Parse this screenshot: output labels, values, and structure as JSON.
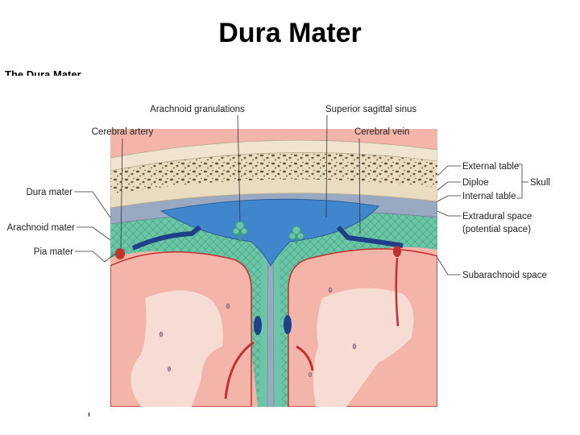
{
  "title": "Dura Mater",
  "cut_caption": "The Dura Mater",
  "labels": {
    "cerebral_artery": "Cerebral artery",
    "arachnoid_granulations": "Arachnoid granulations",
    "superior_sagittal_sinus": "Superior sagittal sinus",
    "cerebral_vein": "Cerebral vein",
    "dura_mater": "Dura mater",
    "arachnoid_mater": "Arachnoid mater",
    "pia_mater": "Pia mater",
    "external_table": "External table",
    "diploe": "Diploe",
    "internal_table": "Internal table",
    "skull": "Skull",
    "extradural_space_1": "Extradural space",
    "extradural_space_2": "(potential space)",
    "subarachnoid_space": "Subarachnoid space"
  },
  "colors": {
    "bone": "#e9dcc0",
    "diploe_spots": "#6b5a3e",
    "dura": "#9aa9c2",
    "sinus": "#3f86cc",
    "subarachnoid": "#6cc6a6",
    "cortex": "#f3b5aa",
    "white_matter": "#f7dcd4",
    "pia": "#c0312f",
    "vein": "#1f3f8a"
  }
}
